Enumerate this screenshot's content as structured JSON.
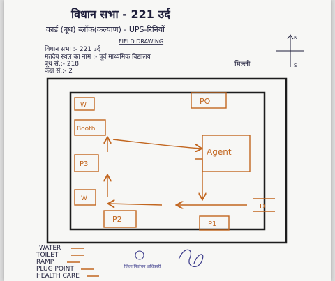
{
  "header": {
    "title": "विधान सभा - 221 उर्द",
    "subtitle": "कार्ड (बूथ) ब्लॉक(कल्याण) - UPS-रिनियों",
    "drawing_label": "FIELD DRAWING"
  },
  "info": {
    "assembly_line": "विधान सभा :- 221 उर्द",
    "building_line": "मतदेय स्थल का नाम :- पूर्व माध्यमिक विद्यालय",
    "building_line2": "मिल्ली",
    "booth_no_line": "बूथ सं.:- 218",
    "room_no_line": "कक्ष सं.:- 2"
  },
  "compass": {
    "north": "N",
    "south": "S"
  },
  "floor_plan": {
    "labels": {
      "w_top": "W",
      "po": "PO",
      "booth": "Booth",
      "p3": "P3",
      "agent": "Agent",
      "w_bottom": "W",
      "p2": "P2",
      "p1": "P1",
      "door": "D"
    }
  },
  "legend": {
    "items": [
      "WATER",
      "TOILET",
      "RAMP",
      "PLUG POINT",
      "HEALTH CARE"
    ]
  },
  "stamp": {
    "line1": "जिला निर्वाचन अधिकारी"
  }
}
